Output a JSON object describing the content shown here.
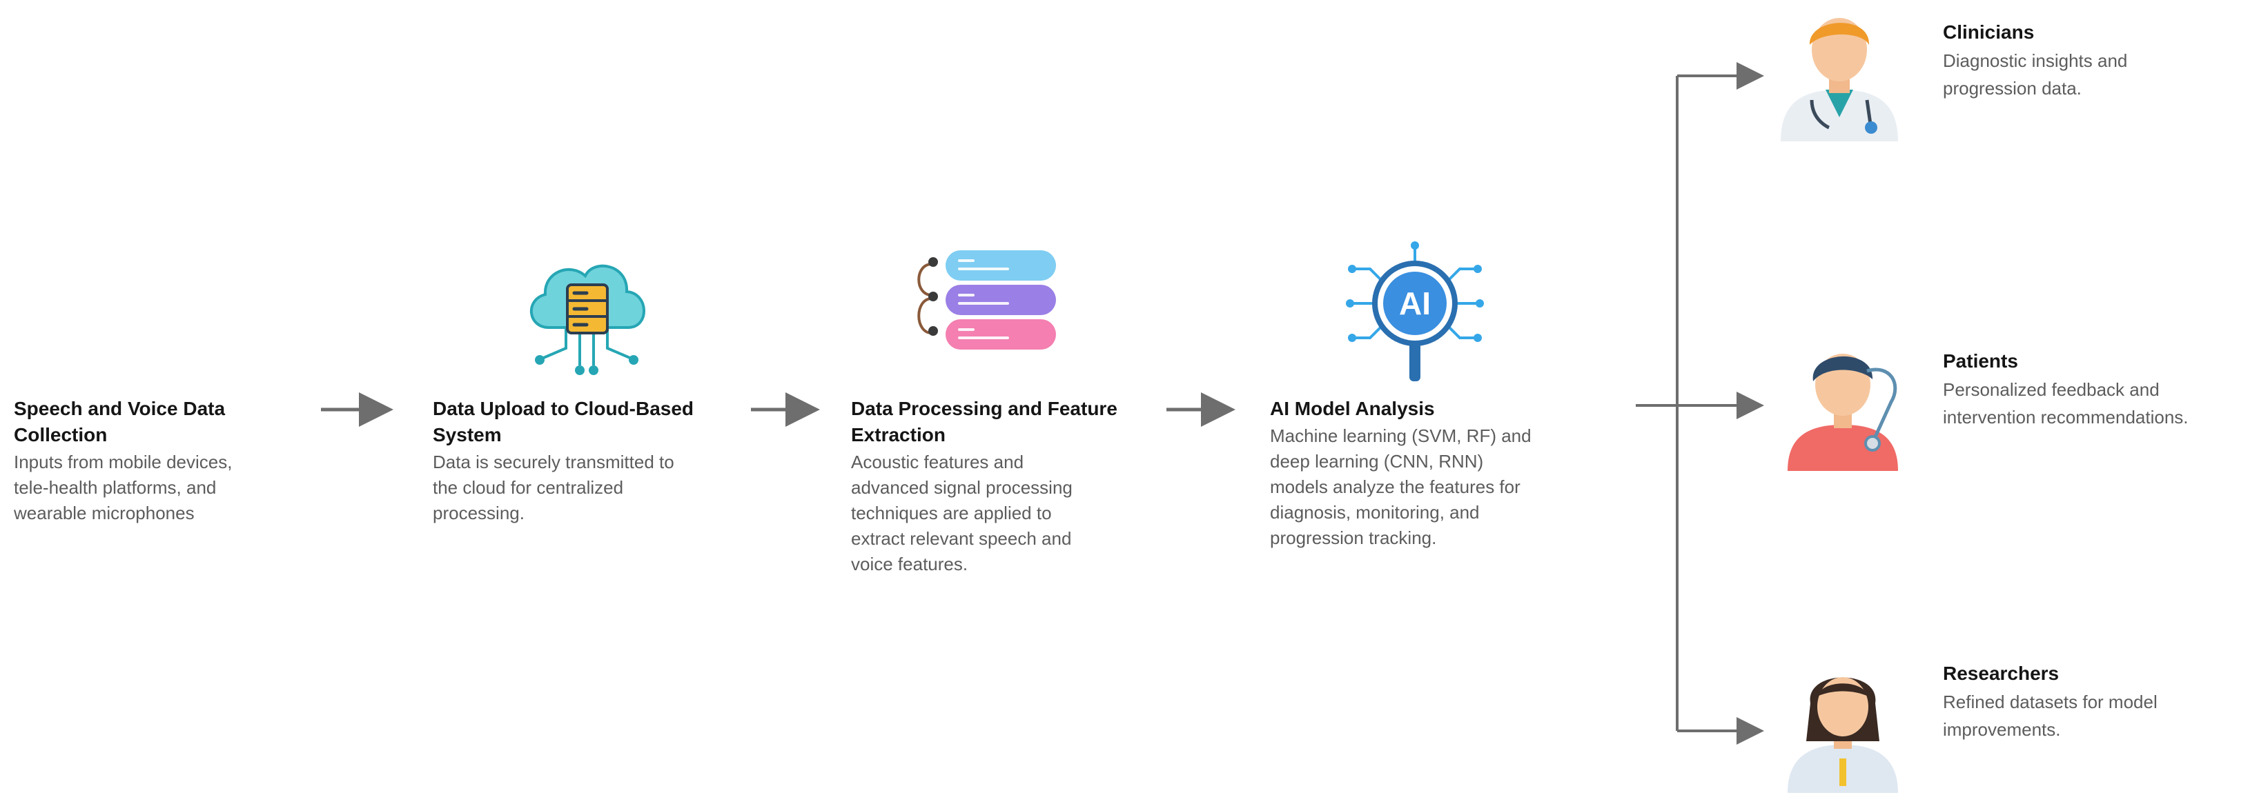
{
  "steps": [
    {
      "title_lines": [
        "Speech and Voice Data",
        "Collection"
      ],
      "desc_lines": [
        "Inputs from mobile devices,",
        "tele-health platforms, and",
        "wearable microphones"
      ],
      "icon": "sound-wave-icon"
    },
    {
      "title_lines": [
        "Data Upload to Cloud-Based",
        "System"
      ],
      "desc_lines": [
        "Data is securely transmitted to",
        "the cloud for centralized",
        "processing."
      ],
      "icon": "cloud-server-icon"
    },
    {
      "title_lines": [
        "Data Processing and Feature",
        "Extraction"
      ],
      "desc_lines": [
        "Acoustic features and",
        "advanced signal processing",
        "techniques are applied to",
        "extract relevant speech and",
        "voice features."
      ],
      "icon": "layered-data-icon"
    },
    {
      "title_lines": [
        "AI Model Analysis"
      ],
      "desc_lines": [
        "Machine learning (SVM, RF) and",
        "deep learning (CNN, RNN)",
        "models analyze the features for",
        "diagnosis, monitoring, and",
        "progression tracking."
      ],
      "icon": "ai-magnifier-icon",
      "icon_text": "AI"
    }
  ],
  "outputs": [
    {
      "title": "Clinicians",
      "desc_lines": [
        "Diagnostic insights and",
        "progression data."
      ],
      "icon": "doctor-icon"
    },
    {
      "title": "Patients",
      "desc_lines": [
        "Personalized feedback and",
        "intervention recommendations."
      ],
      "icon": "patient-icon"
    },
    {
      "title": "Researchers",
      "desc_lines": [
        "Refined datasets for model",
        "improvements."
      ],
      "icon": "researcher-icon"
    }
  ],
  "colors": {
    "arrow": "#6e6e6e",
    "title": "#151515",
    "desc": "#5c5c5c"
  }
}
